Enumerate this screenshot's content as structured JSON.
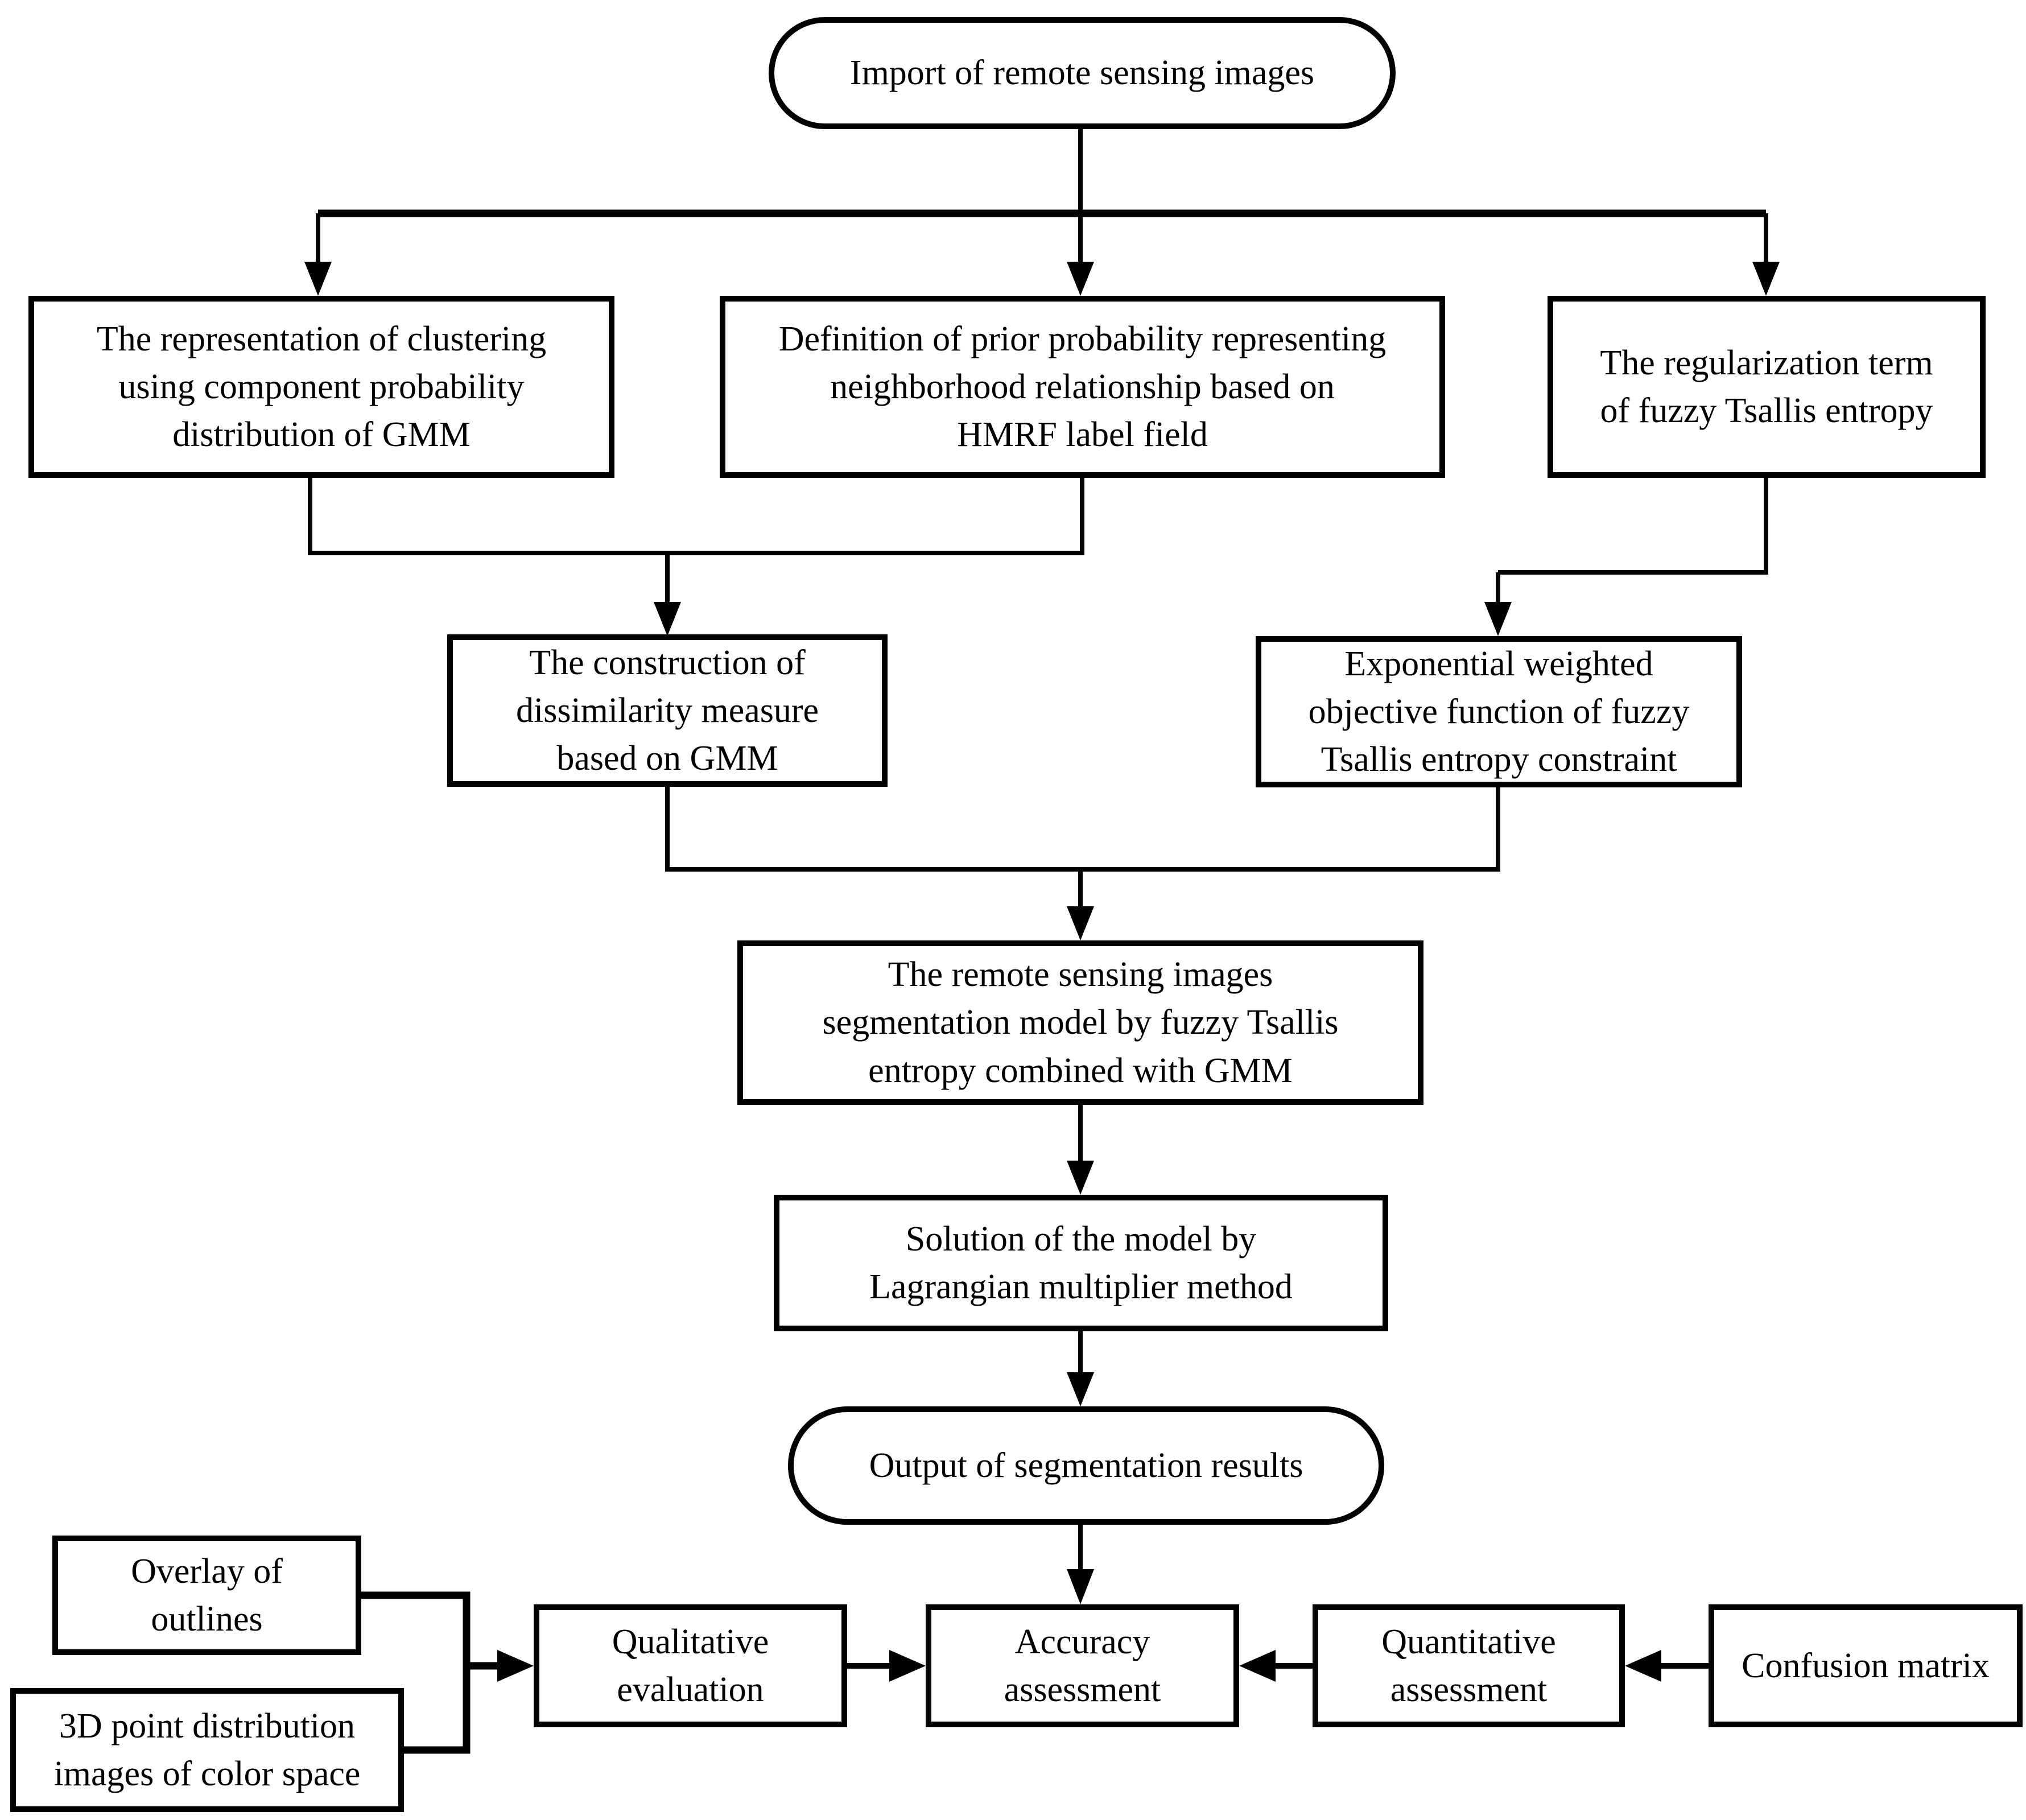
{
  "colors": {
    "ink": "#000000",
    "paper": "#ffffff"
  },
  "diagram": {
    "type": "flowchart",
    "nodes": {
      "import": {
        "label": "Import of remote sensing images",
        "shape": "rounded"
      },
      "representation": {
        "label": "The representation of clustering\nusing component probability\ndistribution of GMM",
        "shape": "rect"
      },
      "prior": {
        "label": "Definition of prior probability representing\nneighborhood relationship  based on\nHMRF label field",
        "shape": "rect"
      },
      "regularization": {
        "label": "The regularization term\nof fuzzy Tsallis entropy",
        "shape": "rect"
      },
      "construction": {
        "label": "The construction of\ndissimilarity measure\nbased  on GMM",
        "shape": "rect"
      },
      "exponential": {
        "label": "Exponential weighted\nobjective function of fuzzy\nTsallis entropy constraint",
        "shape": "rect"
      },
      "segmentation": {
        "label": "The remote sensing images\nsegmentation model by fuzzy Tsallis\nentropy combined with GMM",
        "shape": "rect"
      },
      "solution": {
        "label": "Solution of the model by\nLagrangian multiplier method",
        "shape": "rect"
      },
      "output": {
        "label": "Output of segmentation results",
        "shape": "rounded"
      },
      "overlay": {
        "label": "Overlay of\noutlines",
        "shape": "rect"
      },
      "point3d": {
        "label": "3D point distribution\nimages of color space",
        "shape": "rect"
      },
      "qualitative": {
        "label": "Qualitative\nevaluation",
        "shape": "rect"
      },
      "accuracy": {
        "label": "Accuracy\nassessment",
        "shape": "rect"
      },
      "quantitative": {
        "label": "Quantitative\nassessment",
        "shape": "rect"
      },
      "confusion": {
        "label": "Confusion matrix",
        "shape": "rect"
      }
    },
    "edges": [
      "import -> representation",
      "import -> prior",
      "import -> regularization",
      "representation + prior -> construction",
      "regularization -> exponential",
      "construction + exponential -> segmentation",
      "segmentation -> solution",
      "solution -> output",
      "output -> accuracy",
      "overlay + point3d -> qualitative",
      "qualitative -> accuracy",
      "quantitative -> accuracy",
      "confusion -> quantitative"
    ]
  }
}
